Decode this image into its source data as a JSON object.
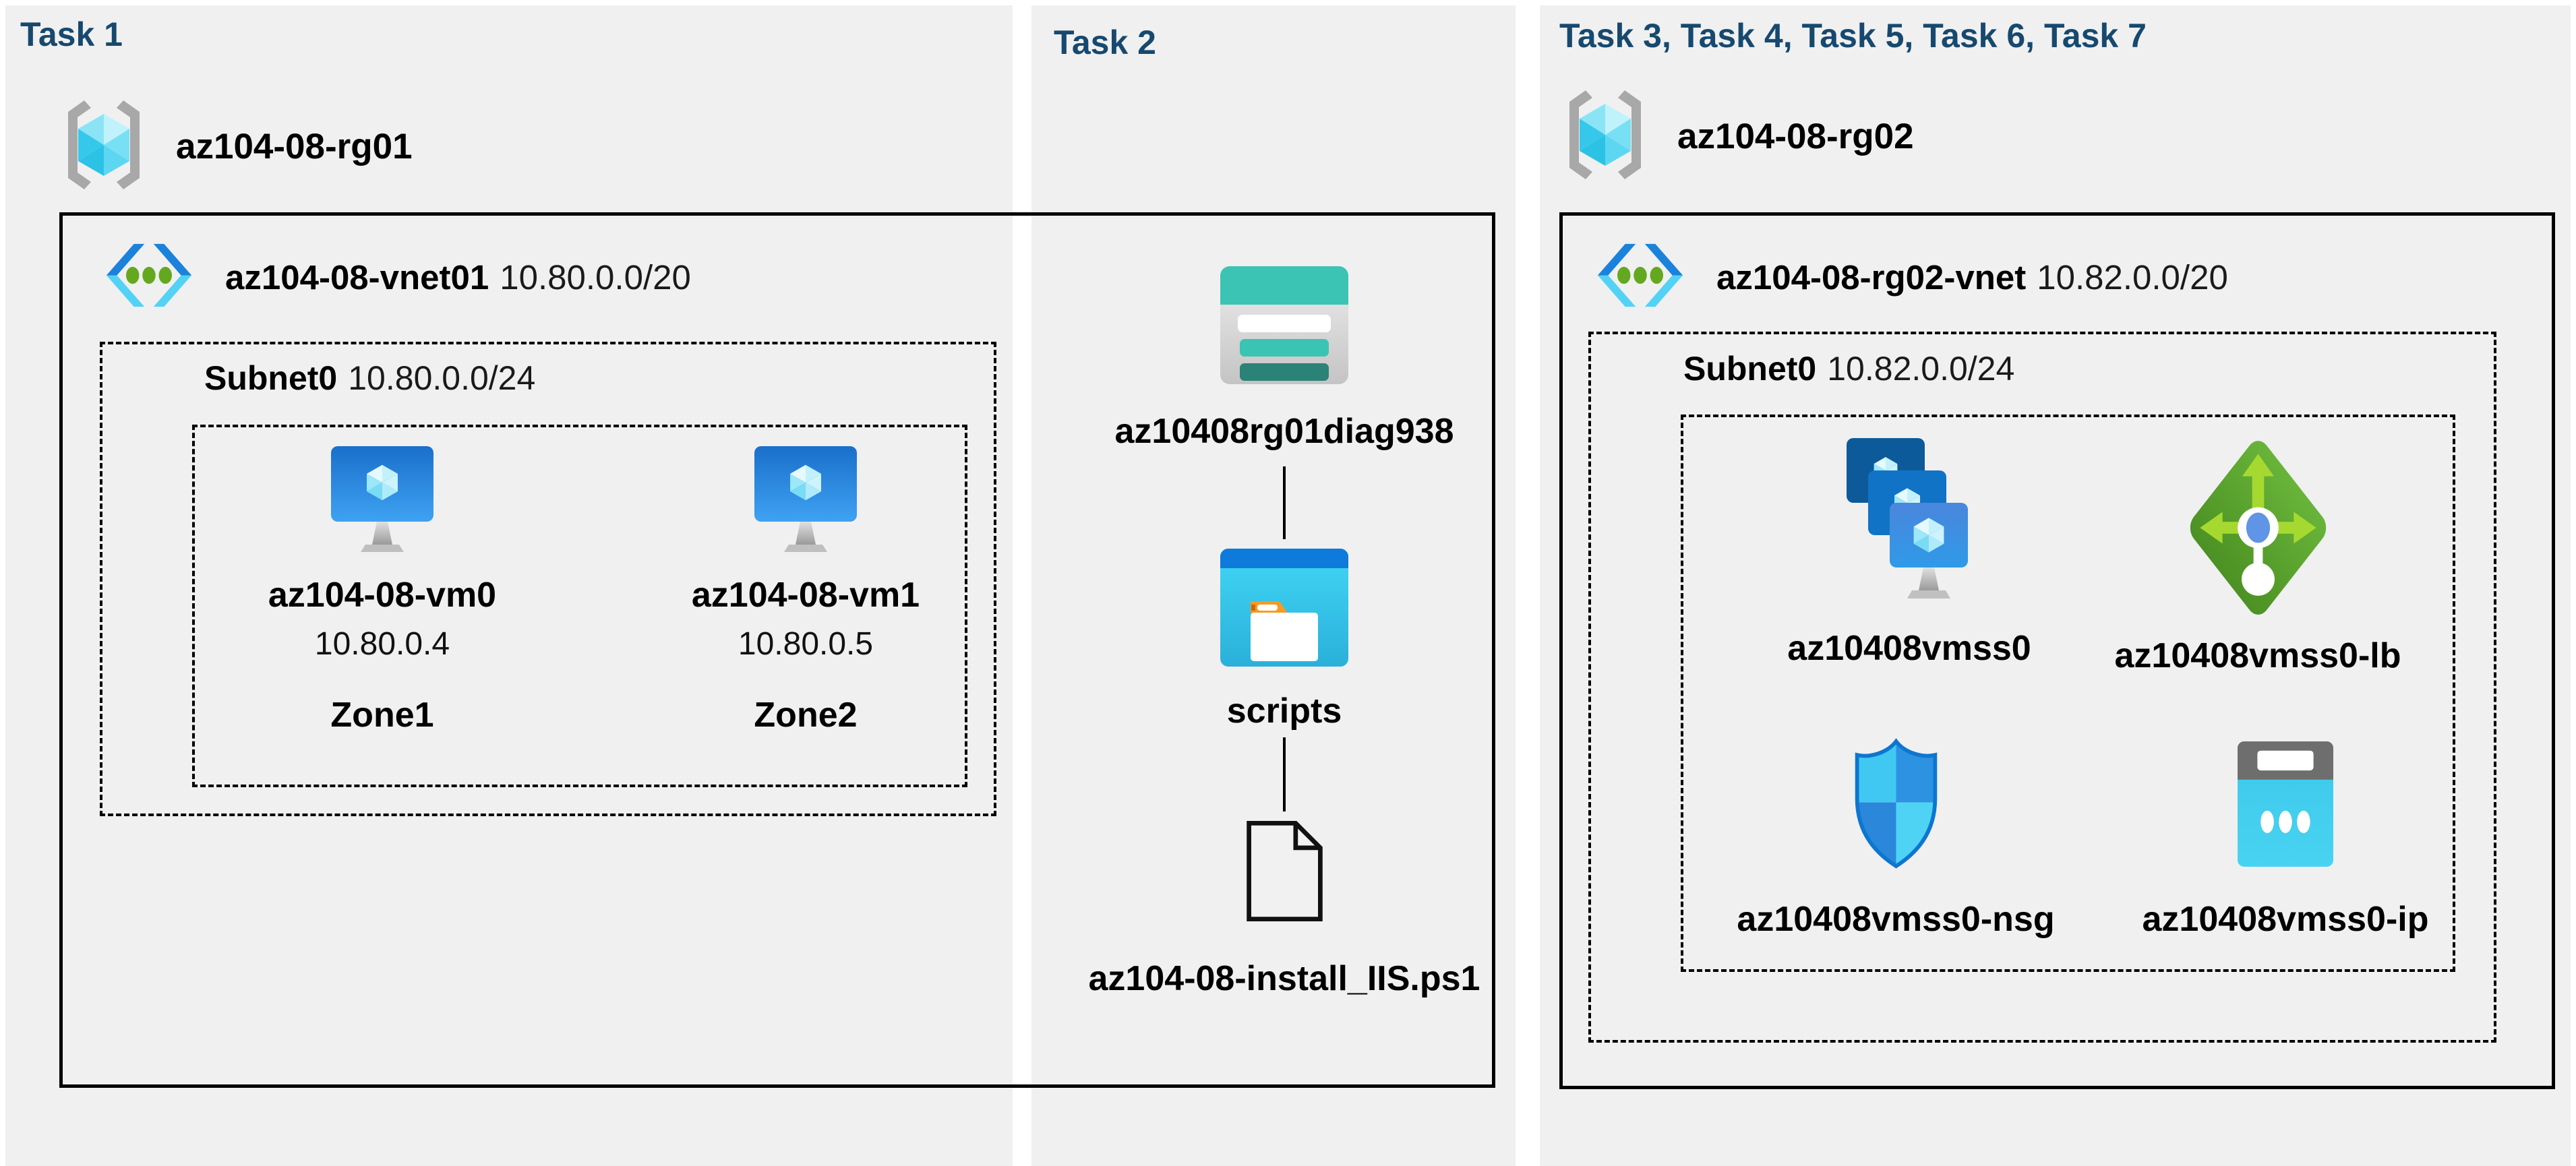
{
  "colors": {
    "page_bg": "#ffffff",
    "panel_bg": "#f0f0f0",
    "title": "#17496f",
    "border": "#000000",
    "azure_blue": "#1a7fd9",
    "azure_cyan": "#3cc7ea",
    "storage_teal": "#3bc4b3",
    "lb_green": "#5aa42c"
  },
  "icons": {
    "resource_group": "gray-brackets-cyan-cube",
    "virtual_network": "blue-chevrons-green-dots",
    "virtual_machine": "blue-monitor-crystal",
    "storage_account": "teal-striped-card",
    "blob_container": "blue-window-orange-folder",
    "script_file": "document-outline-folded-corner",
    "vm_scale_set": "three-stacked-blue-monitors",
    "load_balancer": "green-diamond-arrows",
    "network_security_group": "blue-quadrant-shield",
    "public_ip": "gray-header-cyan-card-dots"
  },
  "panel1": {
    "title": "Task 1",
    "rg_name": "az104-08-rg01",
    "vnet_name": "az104-08-vnet01",
    "vnet_cidr": "10.80.0.0/20",
    "subnet_name": "Subnet0",
    "subnet_cidr": "10.80.0.0/24",
    "vms": [
      {
        "name": "az104-08-vm0",
        "ip": "10.80.0.4",
        "zone": "Zone1"
      },
      {
        "name": "az104-08-vm1",
        "ip": "10.80.0.5",
        "zone": "Zone2"
      }
    ]
  },
  "panel2": {
    "title": "Task 2",
    "storage_name": "az10408rg01diag938",
    "container_name": "scripts",
    "file_name": "az104-08-install_IIS.ps1"
  },
  "panel3": {
    "title": "Task 3, Task 4, Task 5, Task 6, Task 7",
    "rg_name": "az104-08-rg02",
    "vnet_name": "az104-08-rg02-vnet",
    "vnet_cidr": "10.82.0.0/20",
    "subnet_name": "Subnet0",
    "subnet_cidr": "10.82.0.0/24",
    "resources": [
      {
        "name": "az10408vmss0",
        "type": "virtual-machine-scale-set"
      },
      {
        "name": "az10408vmss0-lb",
        "type": "load-balancer"
      },
      {
        "name": "az10408vmss0-nsg",
        "type": "network-security-group"
      },
      {
        "name": "az10408vmss0-ip",
        "type": "public-ip-address"
      }
    ]
  }
}
